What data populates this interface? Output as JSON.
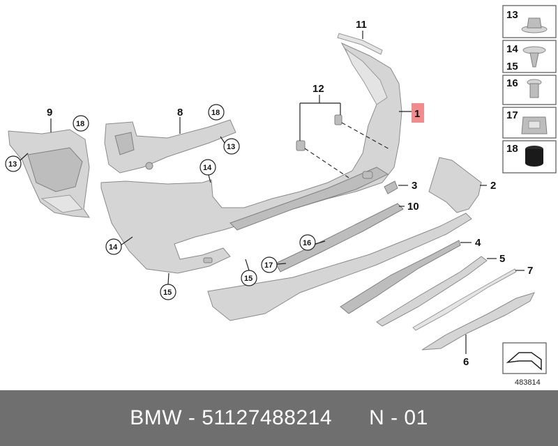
{
  "callouts": {
    "c1": "1",
    "c2": "2",
    "c3": "3",
    "c4": "4",
    "c5": "5",
    "c6": "6",
    "c7": "7",
    "c8": "8",
    "c9": "9",
    "c10": "10",
    "c11": "11",
    "c12": "12"
  },
  "circled": {
    "c13a": "13",
    "c13b": "13",
    "c14a": "14",
    "c14b": "14",
    "c15a": "15",
    "c15b": "15",
    "c16": "16",
    "c17": "17",
    "c18a": "18",
    "c18b": "18"
  },
  "legend": [
    "13",
    "14",
    "15",
    "16",
    "17",
    "18"
  ],
  "reference_number": "483814",
  "footer": {
    "brand": "BMW",
    "part_number": "51127488214",
    "code": "N - 01",
    "separator": " - "
  },
  "colors": {
    "highlight": "#f28b8b",
    "footer_bg": "#6f6f6f"
  }
}
